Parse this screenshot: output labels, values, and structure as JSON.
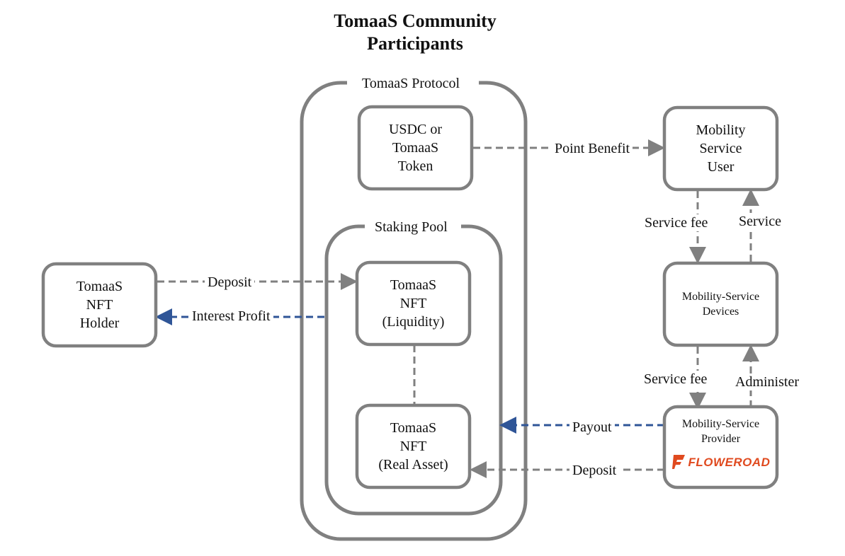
{
  "title": [
    "TomaaS Community",
    "Participants"
  ],
  "containers": {
    "protocol": "TomaaS Protocol",
    "staking_pool": "Staking Pool"
  },
  "nodes": {
    "usdc_token": [
      "USDC or",
      "TomaaS",
      "Token"
    ],
    "nft_holder": [
      "TomaaS",
      "NFT",
      "Holder"
    ],
    "nft_liquidity": [
      "TomaaS",
      "NFT",
      "(Liquidity)"
    ],
    "nft_real_asset": [
      "TomaaS",
      "NFT",
      "(Real Asset)"
    ],
    "mobility_user": [
      "Mobility",
      "Service",
      "User"
    ],
    "mobility_devices": [
      "Mobility-Service",
      "Devices"
    ],
    "mobility_provider": [
      "Mobility-Service",
      "Provider"
    ],
    "provider_logo": "FLOWEROAD"
  },
  "edges": {
    "point_benefit": "Point Benefit",
    "deposit_holder": "Deposit",
    "interest_profit": "Interest Profit",
    "service_fee_user": "Service fee",
    "service": "Service",
    "service_fee_devices": "Service fee",
    "administer": "Administer",
    "payout": "Payout",
    "deposit_provider": "Deposit"
  },
  "colors": {
    "gray": "#808080",
    "blue": "#2f5597",
    "logo": "#e04a1f"
  }
}
